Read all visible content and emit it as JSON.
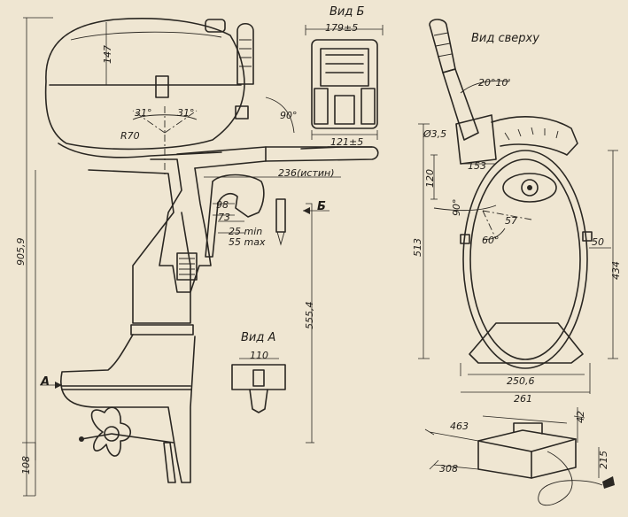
{
  "views": {
    "view_b": "Вид Б",
    "view_top": "Вид сверху",
    "view_a": "Вид А"
  },
  "markers": {
    "section_a": "A",
    "section_b": "Б"
  },
  "dimensions": {
    "d147": "147",
    "d31_left": "31°",
    "d31_right": "31°",
    "d90": "90°",
    "r70": "R70",
    "d236": "236(истин)",
    "d98": "98",
    "d73": "73",
    "d25": "25 min",
    "d55": "55 max",
    "d905": "905,9",
    "d555": "555,4",
    "d108": "108",
    "d110": "110",
    "d179": "179±5",
    "d121": "121±5",
    "d20": "20°10'",
    "d3_5": "Ø3,5",
    "d153": "153",
    "d120": "120",
    "d90b": "90°",
    "d57": "57",
    "d60": "60°",
    "d50": "50",
    "d513": "513",
    "d434": "434",
    "d250": "250,6",
    "d261": "261",
    "d463": "463",
    "d42": "42",
    "d308": "308",
    "d215": "215"
  }
}
